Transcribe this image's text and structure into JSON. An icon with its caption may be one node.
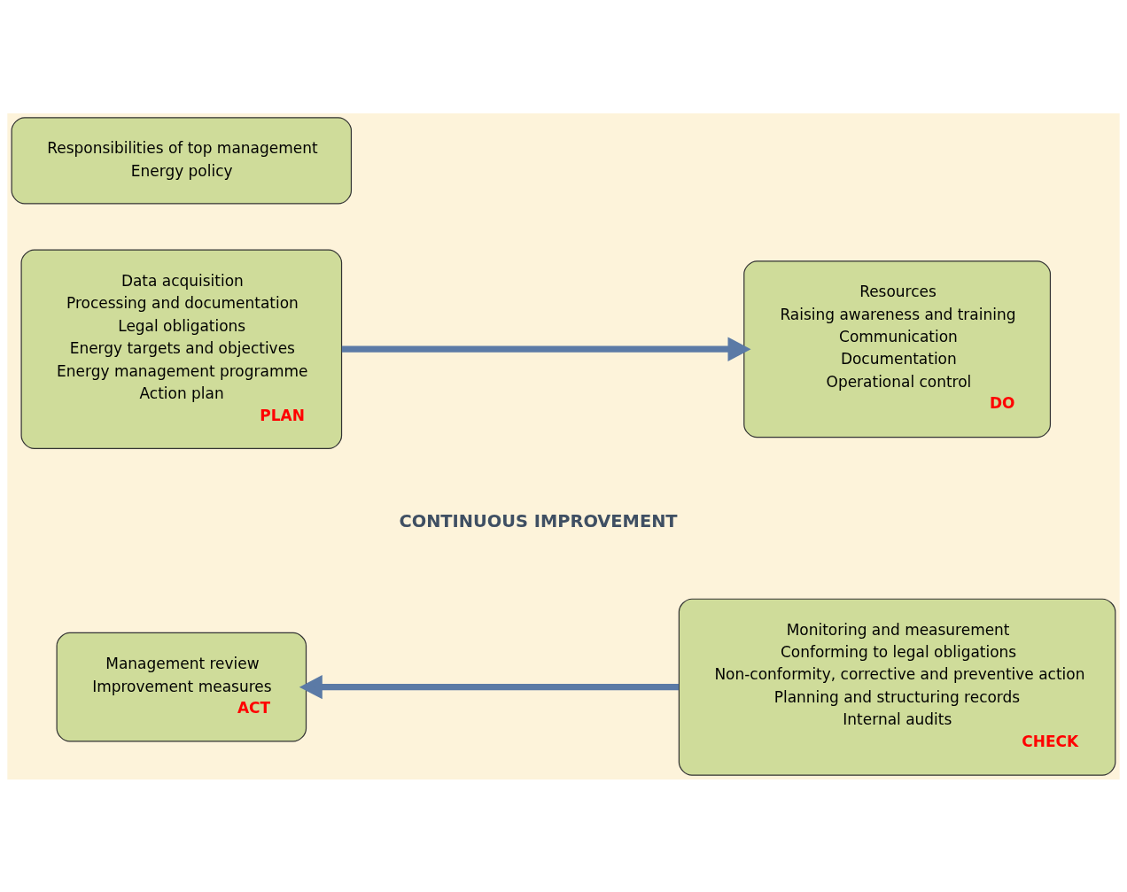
{
  "diagram": {
    "nodes": [
      {
        "text": [
          "Responsibilities of top management",
          "Energy policy"
        ]
      },
      {
        "text": [
          "Data acquisition",
          "Processing and documentation",
          "Legal obligations",
          "Energy targets and objectives",
          "Energy management programme",
          "Action plan",
          "PLAN"
        ]
      },
      {
        "text": [
          "Resources",
          "Raising awareness and training",
          "Communication",
          "Documentation",
          "Operational control",
          "DO"
        ]
      },
      {
        "text": [
          "Management review",
          "Improvement measures",
          "ACT"
        ]
      },
      {
        "text": [
          "Monitoring and measurement",
          "Conforming to legal obligations",
          "Non-conformity, corrective and preventive action",
          "Planning and structuring records",
          "Internal audits",
          "CHECK"
        ]
      }
    ],
    "edges": [
      {
        "from": 1,
        "to": 2,
        "arrow": "to"
      },
      {
        "from": 4,
        "to": 3,
        "arrow": "to"
      }
    ],
    "labels": [
      "CONTINUOUS IMPROVEMENT"
    ]
  }
}
